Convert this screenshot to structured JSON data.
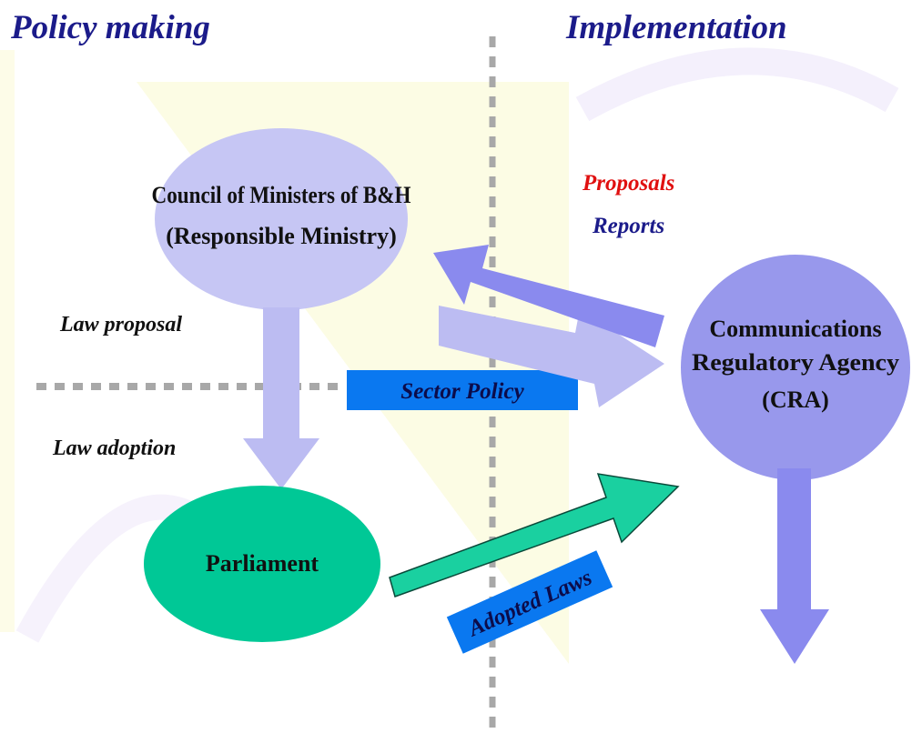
{
  "headings": {
    "left": "Policy making",
    "right": "Implementation"
  },
  "nodes": {
    "council": {
      "line1": "Council of Ministers of B&H",
      "line2": "(Responsible Ministry)"
    },
    "parliament": {
      "label": "Parliament"
    },
    "cra": {
      "line1": "Communications",
      "line2": "Regulatory Agency",
      "line3": "(CRA)"
    }
  },
  "labels": {
    "law_proposal": "Law proposal",
    "law_adoption": "Law adoption",
    "proposals": "Proposals",
    "reports": "Reports",
    "sector_policy": "Sector Policy",
    "adopted_laws": "Adopted Laws"
  },
  "colors": {
    "heading": "#1b1b8a",
    "council_fill": "#c6c6f4",
    "parliament_fill": "#00c896",
    "cra_fill": "#9898ec",
    "arrow_dark": "#8a8aee",
    "arrow_light": "#bcbcf2",
    "bar_fill": "#0a78f0",
    "proposals_text": "#e01010",
    "reports_text": "#1b1b8a",
    "divider": "#a8a8a8"
  },
  "icons": [
    "arrow-down-icon",
    "arrow-left-icon",
    "arrow-right-icon"
  ]
}
